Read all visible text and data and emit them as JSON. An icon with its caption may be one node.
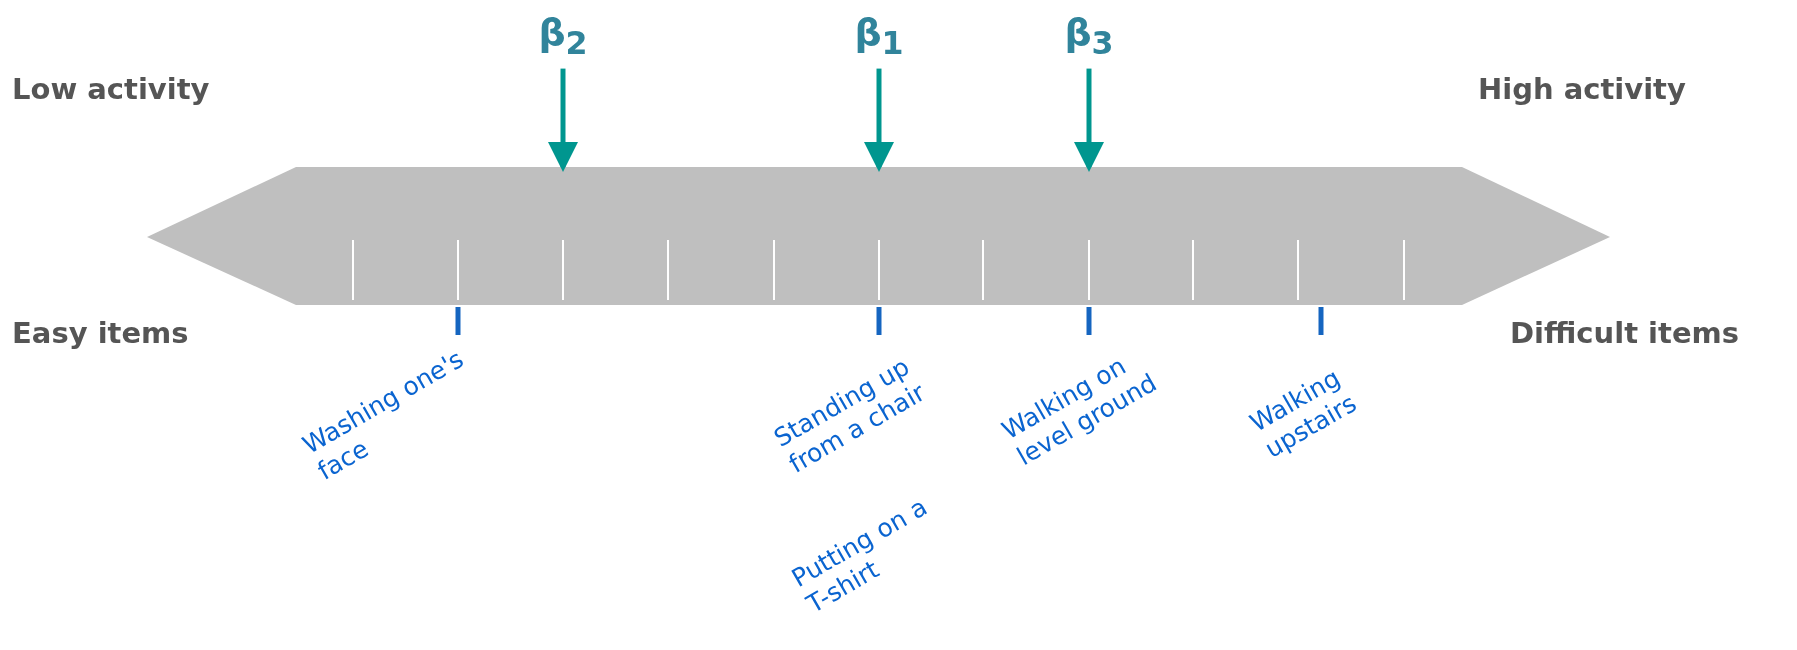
{
  "diagram": {
    "nodes": [
      {
        "text": [],
        "shape": "bar"
      },
      {
        "text": [
          "β$_{2}$"
        ]
      },
      {
        "text": [
          "β$_{1}$"
        ]
      },
      {
        "text": [
          "β$_{3}$"
        ]
      }
    ],
    "edges": [
      {
        "from": 1,
        "to": 0,
        "arrow": "to"
      },
      {
        "from": 2,
        "to": 0,
        "arrow": "to"
      },
      {
        "from": 3,
        "to": 0,
        "arrow": "to"
      }
    ],
    "labels": [
      "Low activity",
      "High activity",
      "Easy items",
      "Difficult items",
      "Washing one's face",
      "Standing up from a chair",
      "Walking on level ground",
      "Walking upstairs",
      "Putting on a T-shirt"
    ]
  }
}
